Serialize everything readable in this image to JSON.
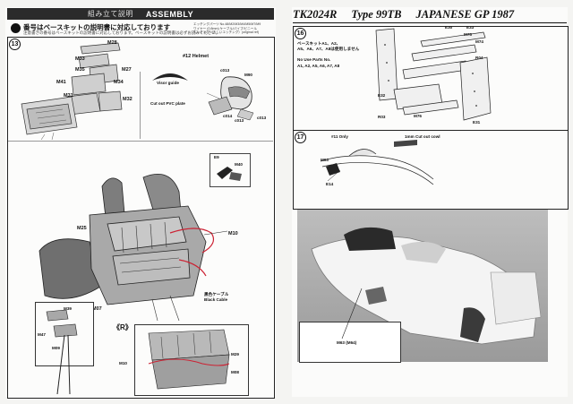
{
  "left": {
    "header": {
      "jp": "組み立て説明",
      "title": "ASSEMBLY"
    },
    "note": {
      "main": "番号はベースキットの説明書に対応しております",
      "sub": "注意書きの番号はベースキットの説明書に対応しております。ベースキットの説明書は必ずお読みください。"
    },
    "ref_notes": [
      "エッチングパーツ No.48/M2/M3/M4/M5/M7/M9",
      "ワイヤー (0.8mm) ケーブル/パイプ/ビニール",
      "エッチング（正しいエッチング）(original ref)",
      "エッチング (正しいエッチングパーツ)(original ref)"
    ],
    "step13": {
      "number": "13",
      "parts_top": [
        "M28",
        "M33",
        "M35",
        "M27",
        "M41",
        "M34",
        "M31",
        "M32"
      ],
      "helmet_title": "#12 Helmet",
      "visor_label": "Visor guide",
      "cutout_label": "Cut out PVC plate",
      "helmet_parts": [
        "c013",
        "M90",
        "c014",
        "c013",
        "c013"
      ],
      "detail_parts": [
        "E9",
        "M40"
      ],
      "engine_parts": [
        "M25",
        "M10",
        "M07"
      ],
      "cable_label": [
        "黒色ケーブル",
        "Black Cable"
      ],
      "inset_left_parts": [
        "M39",
        "M47",
        "M09"
      ],
      "inset_right_title": "《R》",
      "inset_right_parts": [
        "M29",
        "M10",
        "M08"
      ]
    }
  },
  "right": {
    "header": {
      "code": "TK2024R",
      "type": "Type 99TB",
      "gp": "JAPANESE GP 1987"
    },
    "step16": {
      "number": "16",
      "base_parts_jp": [
        "ベースキットA1、A2、",
        "A5、A6、A7、A8は使用しません"
      ],
      "no_use_title": "No Use Parts No.",
      "no_use_parts": "A1, A2, A5, A6, A7, A8",
      "parts": [
        "E30",
        "E33",
        "M75",
        "M74",
        "R04",
        "E32",
        "R03",
        "M76",
        "E31"
      ]
    },
    "step17": {
      "number": "17",
      "only_label": "#11 Only",
      "cutout_label": "1mm Cut out cowl",
      "parts": [
        "M03",
        "E14"
      ]
    },
    "photo": {
      "caption": "M63 (M64)"
    }
  }
}
